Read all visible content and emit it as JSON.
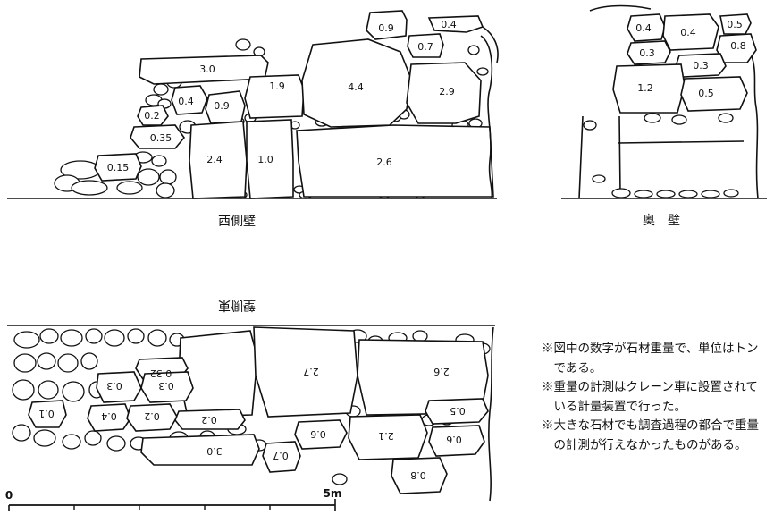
{
  "west_wall": {
    "title": "西側壁",
    "stone_weights": [
      "3.0",
      "1.9",
      "4.4",
      "0.9",
      "0.4",
      "0.7",
      "2.9",
      "0.4",
      "0.9",
      "0.2",
      "0.35",
      "0.15",
      "2.4",
      "1.0",
      "2.6"
    ]
  },
  "back_wall": {
    "title": "奥　壁",
    "stone_weights": [
      "0.4",
      "0.4",
      "0.5",
      "0.3",
      "0.8",
      "0.3",
      "1.2",
      "0.5"
    ]
  },
  "east_wall": {
    "title": "東側壁",
    "title_mirrored": true,
    "stone_weights": [
      "0.32",
      "0.3",
      "0.3",
      "0.1",
      "0.4",
      "0.2",
      "0.2",
      "2.7",
      "2.6",
      "0.5",
      "3.0",
      "0.7",
      "0.6",
      "2.1",
      "0.6",
      "0.8"
    ]
  },
  "scale_bar": {
    "start_label": "0",
    "end_label": "5m"
  },
  "notes": [
    "※図中の数字が石材重量で、単位はトンである。",
    "※重量の計測はクレーン車に設置されている計量装置で行った。",
    "※大きな石材でも調査過程の都合で重量の計測が行えなかったものがある。"
  ]
}
